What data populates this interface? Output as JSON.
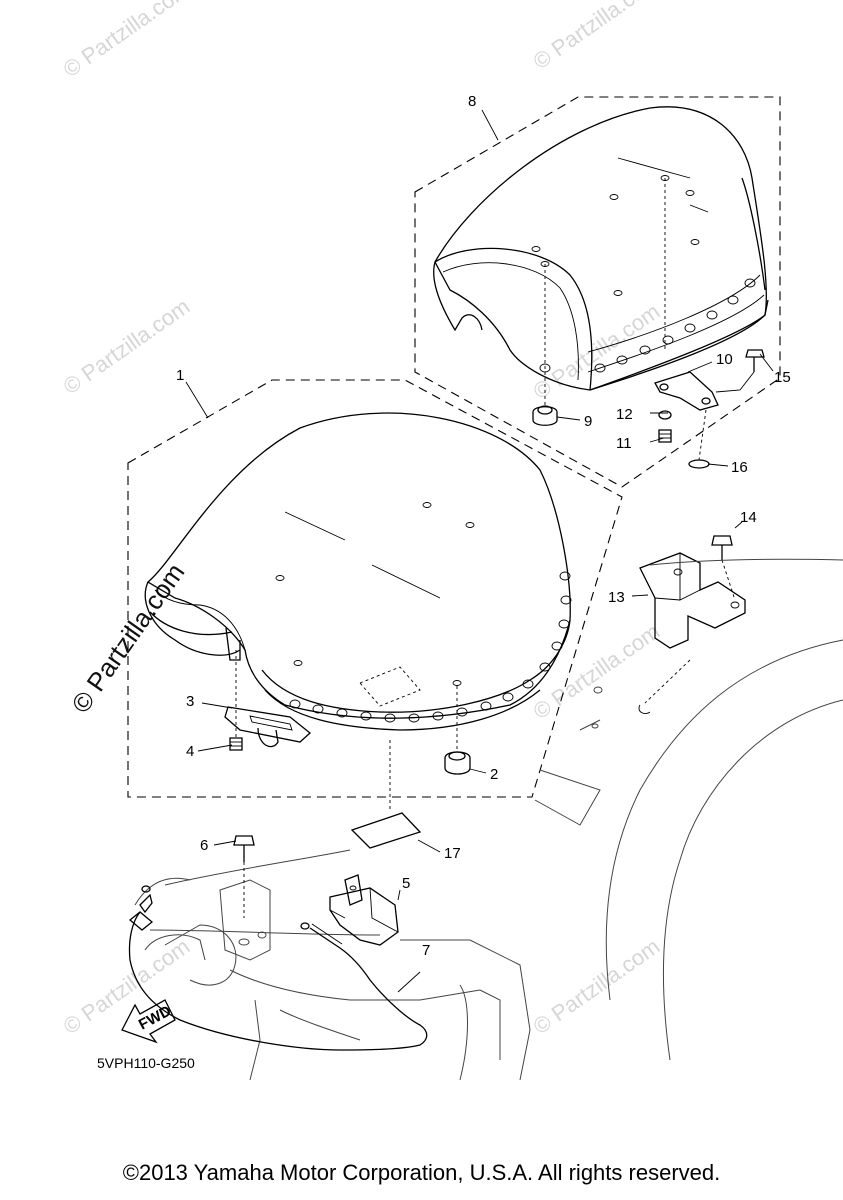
{
  "diagram": {
    "callouts": [
      {
        "number": "1"
      },
      {
        "number": "2"
      },
      {
        "number": "3"
      },
      {
        "number": "4"
      },
      {
        "number": "5"
      },
      {
        "number": "6"
      },
      {
        "number": "7"
      },
      {
        "number": "8"
      },
      {
        "number": "9"
      },
      {
        "number": "10"
      },
      {
        "number": "11"
      },
      {
        "number": "12"
      },
      {
        "number": "13"
      },
      {
        "number": "14"
      },
      {
        "number": "15"
      },
      {
        "number": "16"
      },
      {
        "number": "17"
      }
    ],
    "fwd_label": "FWD",
    "diagram_code": "5VPH110-G250",
    "watermark": "© Partzilla.com"
  },
  "footer": {
    "copyright": "©2013 Yamaha Motor Corporation, U.S.A. All rights reserved."
  }
}
